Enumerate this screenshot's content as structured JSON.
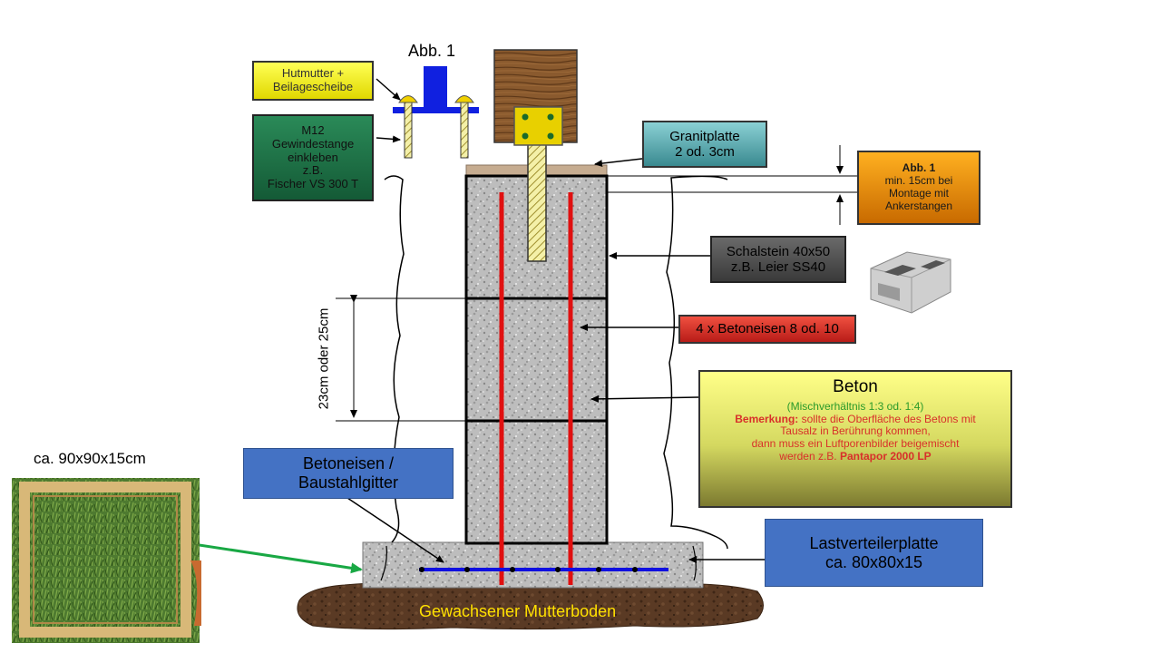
{
  "abb1_title": "Abb. 1",
  "hutmutter": {
    "line1": "Hutmutter +",
    "line2": "Beilagescheibe"
  },
  "gewindestange": {
    "line1": "M12",
    "line2": "Gewindestange",
    "line3": "einkleben",
    "line4": "z.B.",
    "line5": "Fischer VS 300 T"
  },
  "granitplatte": {
    "line1": "Granitplatte",
    "line2": "2 od. 3cm"
  },
  "abb1_note": {
    "title": "Abb. 1",
    "line1": "min. 15cm bei",
    "line2": "Montage mit",
    "line3": "Ankerstangen"
  },
  "schalstein": {
    "line1": "Schalstein 40x50",
    "line2": "z.B. Leier SS40"
  },
  "betoneisen_label": "4 x Betoneisen 8 od. 10",
  "beton": {
    "title": "Beton",
    "mix": "(Mischverhältnis 1:3 od. 1:4)",
    "remark_key": "Bemerkung:",
    "remark_text": " sollte die Oberfläche  des Betons mit",
    "line2": "Tausalz in Berührung kommen,",
    "line3": "dann muss ein  Luftporenbilder beigemischt",
    "line4_prefix": "werden z.B. ",
    "product": "Pantapor 2000 LP"
  },
  "dimension_label": "23cm oder 25cm",
  "frame_label": "ca. 90x90x15cm",
  "baustahl": {
    "line1": "Betoneisen /",
    "line2": "Baustahlgitter"
  },
  "lastverteiler": {
    "line1": "Lastverteilerplatte",
    "line2": "ca. 80x80x15"
  },
  "ground_label": "Gewachsener Mutterboden",
  "colors": {
    "yellow_box": "#ffff33",
    "green_box": "#1e7a4a",
    "teal_box": "#4a9aa0",
    "orange_box": "#e8860c",
    "grey_box": "#555555",
    "red_box": "#d8302a",
    "beton_box": "#d9dc6a",
    "blue_box": "#4472c4",
    "rebar_red": "#e01010",
    "mesh_blue": "#1010e0",
    "ground_brown": "#5a3a24",
    "ground_text": "#ffe000"
  }
}
